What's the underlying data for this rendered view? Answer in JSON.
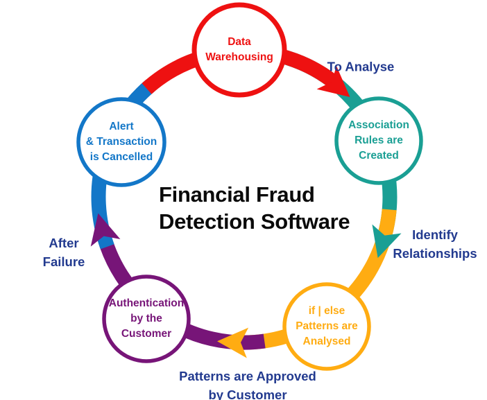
{
  "title": {
    "line1": "Financial Fraud",
    "line2": "Detection Software"
  },
  "nodes": [
    {
      "id": "data-warehousing",
      "lines": [
        "Data",
        "Warehousing"
      ],
      "color": "#EE1111"
    },
    {
      "id": "association-rules",
      "lines": [
        "Association",
        "Rules are",
        "Created"
      ],
      "color": "#1A9F94"
    },
    {
      "id": "patterns-analysed",
      "lines": [
        "if | else",
        "Patterns are",
        "Analysed"
      ],
      "color": "#FFAC12"
    },
    {
      "id": "authentication",
      "lines": [
        "Authentication",
        "by the",
        "Customer"
      ],
      "color": "#771578"
    },
    {
      "id": "alert-cancelled",
      "lines": [
        "Alert",
        "& Transaction",
        "is Cancelled"
      ],
      "color": "#1377C8"
    }
  ],
  "transitions": [
    {
      "from": "data-warehousing",
      "to": "association-rules",
      "label_lines": [
        "To Analyse"
      ]
    },
    {
      "from": "association-rules",
      "to": "patterns-analysed",
      "label_lines": [
        "Identify",
        "Relationships"
      ]
    },
    {
      "from": "patterns-analysed",
      "to": "authentication",
      "label_lines": [
        "Patterns are Approved",
        "by Customer"
      ]
    },
    {
      "from": "authentication",
      "to": "alert-cancelled",
      "label_lines": [
        "After",
        "Failure"
      ]
    },
    {
      "from": "alert-cancelled",
      "to": "data-warehousing",
      "label_lines": []
    }
  ],
  "colors": {
    "label_navy": "#223A8F",
    "title_black": "#0A0A0A",
    "background": "#FFFFFF"
  }
}
